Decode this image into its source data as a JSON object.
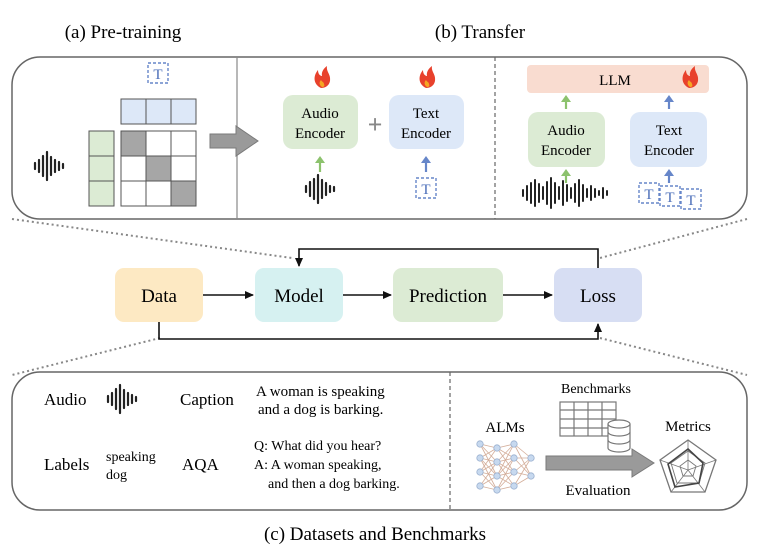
{
  "sections": {
    "pretraining": "(a) Pre-training",
    "transfer": "(b) Transfer",
    "datasets": "(c) Datasets and Benchmarks"
  },
  "pipeline": {
    "data": "Data",
    "model": "Model",
    "prediction": "Prediction",
    "loss": "Loss"
  },
  "transfer": {
    "audio_encoder_1": "Audio",
    "audio_encoder_2": "Encoder",
    "text_encoder_1": "Text",
    "text_encoder_2": "Encoder",
    "llm": "LLM",
    "llm_audio_1": "Audio",
    "llm_audio_2": "Encoder",
    "llm_text_1": "Text",
    "llm_text_2": "Encoder",
    "plus": "+"
  },
  "datasets": {
    "audio": "Audio",
    "caption": "Caption",
    "caption_text_1": "A woman is speaking",
    "caption_text_2": "and a dog is barking.",
    "labels": "Labels",
    "label_1": "speaking",
    "label_2": "dog",
    "aqa": "AQA",
    "aqa_q": "Q: What did you hear?",
    "aqa_a1": "A: A woman speaking,",
    "aqa_a2": "and then a dog barking."
  },
  "benchmarks": {
    "benchmarks": "Benchmarks",
    "alms": "ALMs",
    "metrics": "Metrics",
    "evaluation": "Evaluation"
  },
  "icons": {
    "text_glyph": "T",
    "fire_color": "#e8412c"
  },
  "colors": {
    "data": "#fde9c3",
    "model": "#d6f1f1",
    "prediction": "#dcebd4",
    "loss": "#d7def3",
    "audio_encoder": "#dcebd4",
    "text_encoder": "#dde8f8",
    "llm": "#f9dcd0",
    "green_arrow": "#8cc26d",
    "blue_arrow": "#6686c9"
  }
}
